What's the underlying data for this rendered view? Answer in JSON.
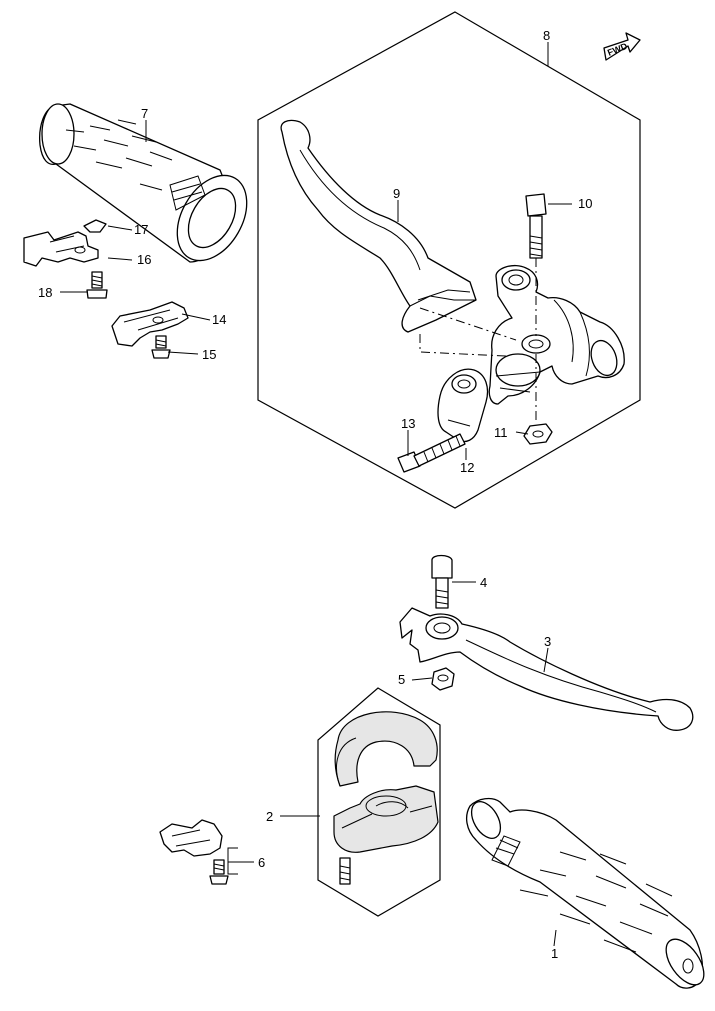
{
  "fwd_badge": "FWD",
  "callouts": {
    "c1": "1",
    "c2": "2",
    "c3": "3",
    "c4": "4",
    "c5": "5",
    "c6": "6",
    "c7": "7",
    "c8": "8",
    "c9": "9",
    "c10": "10",
    "c11": "11",
    "c12": "12",
    "c13": "13",
    "c14": "14",
    "c15": "15",
    "c16": "16",
    "c17": "17",
    "c18": "18"
  }
}
